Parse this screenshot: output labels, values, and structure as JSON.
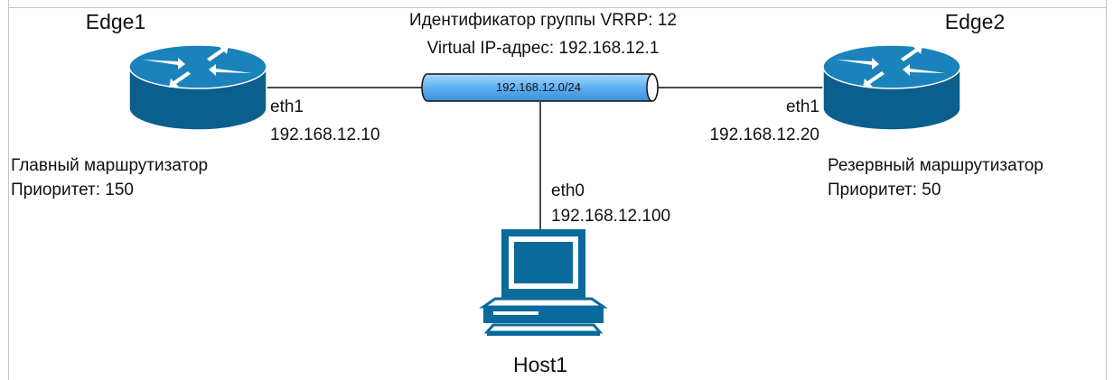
{
  "vrrp": {
    "group_line": "Идентификатор группы VRRP: 12",
    "vip_line": "Virtual IP-адрес: 192.168.12.1"
  },
  "segment": {
    "subnet": "192.168.12.0/24",
    "color": "#6cb7f5"
  },
  "router_color": "#0a6a9b",
  "edge1": {
    "name": "Edge1",
    "iface": "eth1",
    "ip": "192.168.12.10",
    "role": "Главный маршрутизатор",
    "priority": "Приоритет: 150",
    "icon": "router-icon"
  },
  "edge2": {
    "name": "Edge2",
    "iface": "eth1",
    "ip": "192.168.12.20",
    "role": "Резервный маршрутизатор",
    "priority": "Приоритет: 50",
    "icon": "router-icon"
  },
  "host1": {
    "name": "Host1",
    "iface": "eth0",
    "ip": "192.168.12.100",
    "icon": "workstation-icon"
  }
}
